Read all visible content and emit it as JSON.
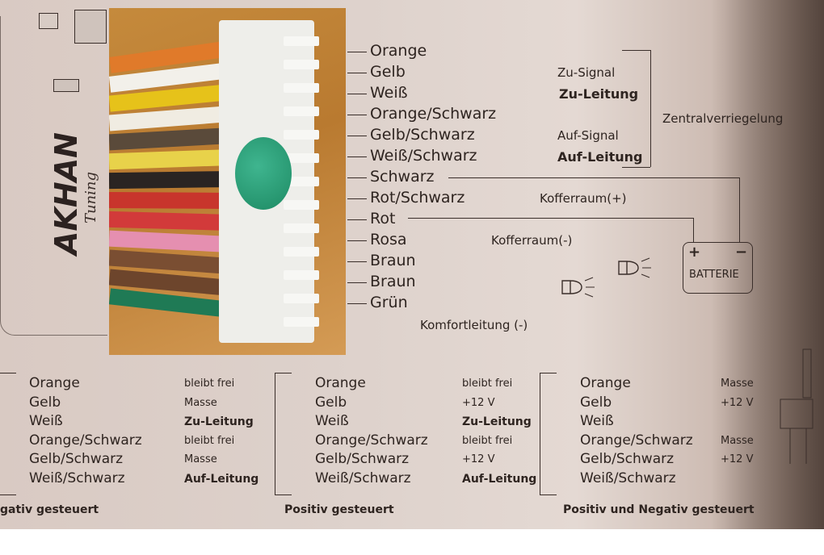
{
  "legend_top": {
    "wires": [
      {
        "color": "Orange",
        "signal": "",
        "bold": false
      },
      {
        "color": "Gelb",
        "signal": "Zu-Signal",
        "bold": false
      },
      {
        "color": "Weiß",
        "signal": "Zu-Leitung",
        "bold": true
      },
      {
        "color": "Orange/Schwarz",
        "signal": "",
        "bold": false
      },
      {
        "color": "Gelb/Schwarz",
        "signal": "Auf-Signal",
        "bold": false
      },
      {
        "color": "Weiß/Schwarz",
        "signal": "Auf-Leitung",
        "bold": true
      },
      {
        "color": "Schwarz",
        "signal": "",
        "bold": false
      },
      {
        "color": "Rot/Schwarz",
        "signal": "Kofferraum(+)",
        "bold": false
      },
      {
        "color": "Rot",
        "signal": "",
        "bold": false
      },
      {
        "color": "Rosa",
        "signal": "Kofferraum(-)",
        "bold": false
      },
      {
        "color": "Braun",
        "signal": "",
        "bold": false
      },
      {
        "color": "Braun",
        "signal": "",
        "bold": false
      },
      {
        "color": "Grün",
        "signal": "Komfortleitung (-)",
        "bold": false
      }
    ],
    "group_label": "Zentralverriegelung",
    "battery_label": "BATTERIE",
    "battery_plus": "+",
    "battery_minus": "−"
  },
  "logo": {
    "brand": "AKHAN",
    "sub": "Tuning"
  },
  "columns": [
    {
      "caption": "gativ gesteuert",
      "rows": [
        {
          "color": "Orange",
          "value": "bleibt frei",
          "bold": false
        },
        {
          "color": "Gelb",
          "value": "Masse",
          "bold": false
        },
        {
          "color": "Weiß",
          "value": "Zu-Leitung",
          "bold": true
        },
        {
          "color": "Orange/Schwarz",
          "value": "bleibt frei",
          "bold": false
        },
        {
          "color": "Gelb/Schwarz",
          "value": "Masse",
          "bold": false
        },
        {
          "color": "Weiß/Schwarz",
          "value": "Auf-Leitung",
          "bold": true
        }
      ]
    },
    {
      "caption": "Positiv gesteuert",
      "rows": [
        {
          "color": "Orange",
          "value": "bleibt frei",
          "bold": false
        },
        {
          "color": "Gelb",
          "value": "+12 V",
          "bold": false
        },
        {
          "color": "Weiß",
          "value": "Zu-Leitung",
          "bold": true
        },
        {
          "color": "Orange/Schwarz",
          "value": "bleibt frei",
          "bold": false
        },
        {
          "color": "Gelb/Schwarz",
          "value": "+12 V",
          "bold": false
        },
        {
          "color": "Weiß/Schwarz",
          "value": "Auf-Leitung",
          "bold": true
        }
      ]
    },
    {
      "caption": "Positiv und Negativ gesteuert",
      "rows": [
        {
          "color": "Orange",
          "value": "Masse",
          "bold": false
        },
        {
          "color": "Gelb",
          "value": "+12 V",
          "bold": false
        },
        {
          "color": "Weiß",
          "value": "",
          "bold": false
        },
        {
          "color": "Orange/Schwarz",
          "value": "Masse",
          "bold": false
        },
        {
          "color": "Gelb/Schwarz",
          "value": "+12 V",
          "bold": false
        },
        {
          "color": "Weiß/Schwarz",
          "value": "",
          "bold": false
        }
      ]
    }
  ],
  "strand_colors": [
    "#e07a2a",
    "#f2f0ea",
    "#e6c21a",
    "#f0ece2",
    "#5a4a3a",
    "#e8d24a",
    "#2a2422",
    "#c8352c",
    "#d23a3a",
    "#e58fb0",
    "#7a4e32",
    "#6d452c",
    "#1f7a55"
  ]
}
